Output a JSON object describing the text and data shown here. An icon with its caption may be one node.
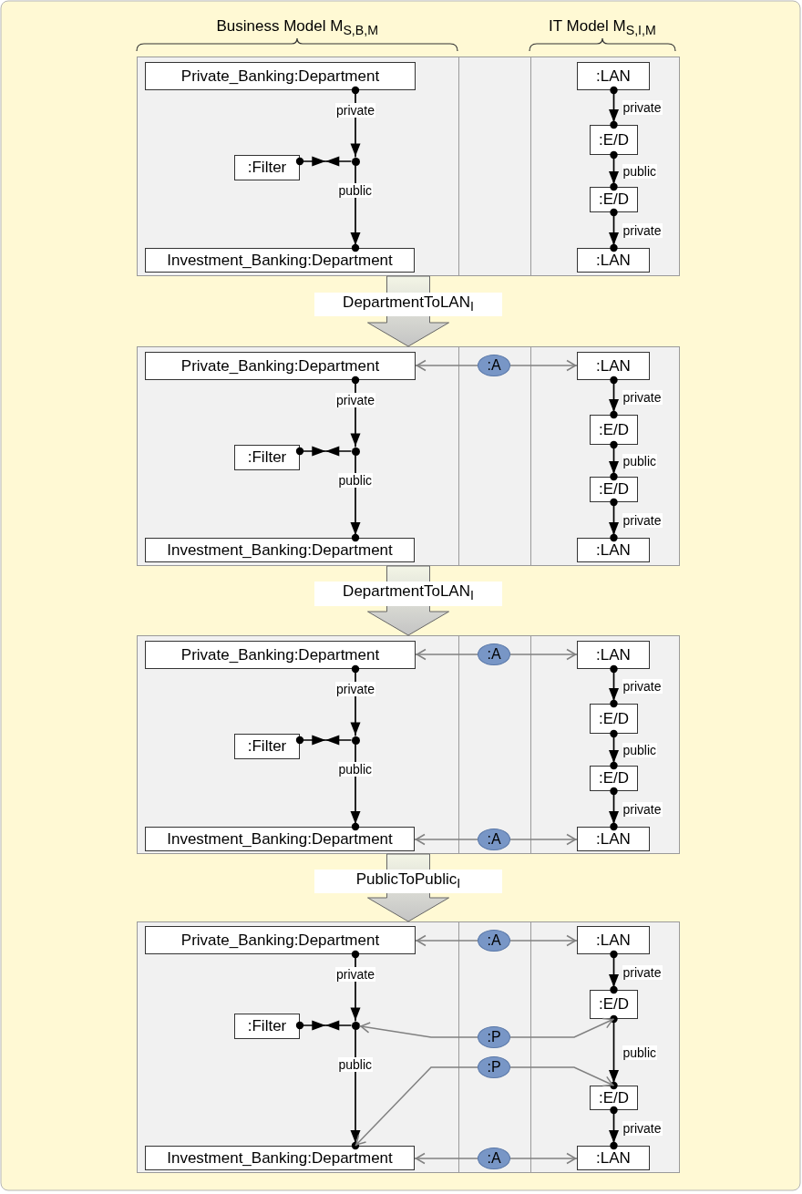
{
  "diagram": {
    "nodes": [
      {
        "text": [],
        "shape": "box"
      },
      {
        "text": [
          "Private_Banking:Department"
        ],
        "in": 0
      },
      {
        "text": [
          ":LAN"
        ],
        "in": 0
      },
      {
        "text": [
          ":E/D"
        ],
        "in": 0
      },
      {
        "text": [
          ":Filter"
        ],
        "in": 0
      },
      {
        "text": [],
        "shape": "circle",
        "in": 0
      },
      {
        "text": [
          ":E/D"
        ],
        "in": 0
      },
      {
        "text": [
          "Investment_Banking:Department"
        ],
        "in": 0
      },
      {
        "text": [
          ":LAN"
        ],
        "in": 0
      },
      {
        "text": [],
        "shape": "box"
      },
      {
        "text": [
          "Private_Banking:Department"
        ],
        "in": 9
      },
      {
        "text": [
          ":A"
        ],
        "in": 9
      },
      {
        "text": [
          ":LAN"
        ],
        "in": 9
      },
      {
        "text": [
          ":E/D"
        ],
        "in": 9
      },
      {
        "text": [
          ":Filter"
        ],
        "in": 9
      },
      {
        "text": [],
        "shape": "circle",
        "in": 9
      },
      {
        "text": [
          ":E/D"
        ],
        "in": 9
      },
      {
        "text": [
          "Investment_Banking:Department"
        ],
        "in": 9
      },
      {
        "text": [
          ":LAN"
        ],
        "in": 9
      },
      {
        "text": [],
        "shape": "box"
      },
      {
        "text": [
          "Private_Banking:Department"
        ],
        "in": 19
      },
      {
        "text": [
          ":A"
        ],
        "in": 19
      },
      {
        "text": [
          ":LAN"
        ],
        "in": 19
      },
      {
        "text": [
          ":E/D"
        ],
        "in": 19
      },
      {
        "text": [
          ":Filter"
        ],
        "in": 19
      },
      {
        "text": [],
        "shape": "circle",
        "in": 19
      },
      {
        "text": [
          ":E/D"
        ],
        "in": 19
      },
      {
        "text": [
          "Investment_Banking:Department"
        ],
        "in": 19
      },
      {
        "text": [
          ":A"
        ],
        "in": 19
      },
      {
        "text": [
          ":LAN"
        ],
        "in": 19
      },
      {
        "text": [],
        "shape": "box"
      },
      {
        "text": [
          "Private_Banking:Department"
        ],
        "in": 30
      },
      {
        "text": [
          ":A"
        ],
        "in": 30
      },
      {
        "text": [
          ":LAN"
        ],
        "in": 30
      },
      {
        "text": [
          ":E/D"
        ],
        "in": 30
      },
      {
        "text": [
          ":Filter"
        ],
        "in": 30
      },
      {
        "text": [],
        "shape": "circle",
        "in": 30
      },
      {
        "text": [
          ":P"
        ],
        "in": 30
      },
      {
        "text": [
          ":P"
        ],
        "in": 30
      },
      {
        "text": [
          ":E/D"
        ],
        "in": 30
      },
      {
        "text": [
          "Investment_Banking:Department"
        ],
        "in": 30
      },
      {
        "text": [
          ":A"
        ],
        "in": 30
      },
      {
        "text": [
          ":LAN"
        ],
        "in": 30
      }
    ],
    "edges": [
      {
        "from": 1,
        "to": 5,
        "arrow": "to",
        "label": "private"
      },
      {
        "from": 5,
        "to": 7,
        "arrow": "to",
        "label": "public"
      },
      {
        "from": 4,
        "to": 5,
        "arrow": "other"
      },
      {
        "from": 2,
        "to": 3,
        "arrow": "to",
        "label": "private"
      },
      {
        "from": 3,
        "to": 6,
        "arrow": "to",
        "label": "public"
      },
      {
        "from": 6,
        "to": 8,
        "arrow": "to",
        "label": "private"
      },
      {
        "from": 0,
        "to": 9,
        "arrow": "to",
        "label": "DepartmentToLAN$_{I}$",
        "style": "thick"
      },
      {
        "from": 10,
        "to": 15,
        "arrow": "to",
        "label": "private"
      },
      {
        "from": 15,
        "to": 17,
        "arrow": "to",
        "label": "public"
      },
      {
        "from": 14,
        "to": 15,
        "arrow": "other"
      },
      {
        "from": 12,
        "to": 13,
        "arrow": "to",
        "label": "private"
      },
      {
        "from": 13,
        "to": 16,
        "arrow": "to",
        "label": "public"
      },
      {
        "from": 16,
        "to": 18,
        "arrow": "to",
        "label": "private"
      },
      {
        "from": 11,
        "to": 10,
        "arrow": "to",
        "color": "#808080"
      },
      {
        "from": 11,
        "to": 12,
        "arrow": "to",
        "color": "#808080"
      },
      {
        "from": 9,
        "to": 19,
        "arrow": "to",
        "label": "DepartmentToLAN$_{I}$",
        "style": "thick"
      },
      {
        "from": 20,
        "to": 25,
        "arrow": "to",
        "label": "private"
      },
      {
        "from": 25,
        "to": 27,
        "arrow": "to",
        "label": "public"
      },
      {
        "from": 24,
        "to": 25,
        "arrow": "other"
      },
      {
        "from": 22,
        "to": 23,
        "arrow": "to",
        "label": "private"
      },
      {
        "from": 23,
        "to": 26,
        "arrow": "to",
        "label": "public"
      },
      {
        "from": 26,
        "to": 29,
        "arrow": "to",
        "label": "private"
      },
      {
        "from": 21,
        "to": 20,
        "arrow": "to",
        "color": "#808080"
      },
      {
        "from": 21,
        "to": 22,
        "arrow": "to",
        "color": "#808080"
      },
      {
        "from": 28,
        "to": 27,
        "arrow": "to",
        "color": "#808080"
      },
      {
        "from": 28,
        "to": 29,
        "arrow": "to",
        "color": "#808080"
      },
      {
        "from": 19,
        "to": 30,
        "arrow": "to",
        "label": "PublicToPublic$_{I}$",
        "style": "thick"
      },
      {
        "from": 31,
        "to": 36,
        "arrow": "to",
        "label": "private"
      },
      {
        "from": 36,
        "to": 40,
        "arrow": "to",
        "label": "public"
      },
      {
        "from": 35,
        "to": 36,
        "arrow": "other"
      },
      {
        "from": 33,
        "to": 34,
        "arrow": "to",
        "label": "private"
      },
      {
        "from": 34,
        "to": 39,
        "arrow": "to",
        "label": "public"
      },
      {
        "from": 39,
        "to": 42,
        "arrow": "to",
        "label": "private"
      },
      {
        "from": 32,
        "to": 31,
        "arrow": "to",
        "color": "#808080"
      },
      {
        "from": 32,
        "to": 33,
        "arrow": "to",
        "color": "#808080"
      },
      {
        "from": 37,
        "to": 36,
        "arrow": "to",
        "color": "#808080"
      },
      {
        "from": 37,
        "to": 34,
        "arrow": "to",
        "color": "#808080"
      },
      {
        "from": 38,
        "to": 40,
        "arrow": "to",
        "color": "#808080"
      },
      {
        "from": 38,
        "to": 39,
        "arrow": "to",
        "color": "#808080"
      },
      {
        "from": 41,
        "to": 40,
        "arrow": "to",
        "color": "#808080"
      },
      {
        "from": 41,
        "to": 42,
        "arrow": "to",
        "color": "#808080"
      }
    ],
    "labels": [
      "Business Model M$_{S,B,M}$",
      "IT Model M$_{S,I,M}$"
    ]
  }
}
